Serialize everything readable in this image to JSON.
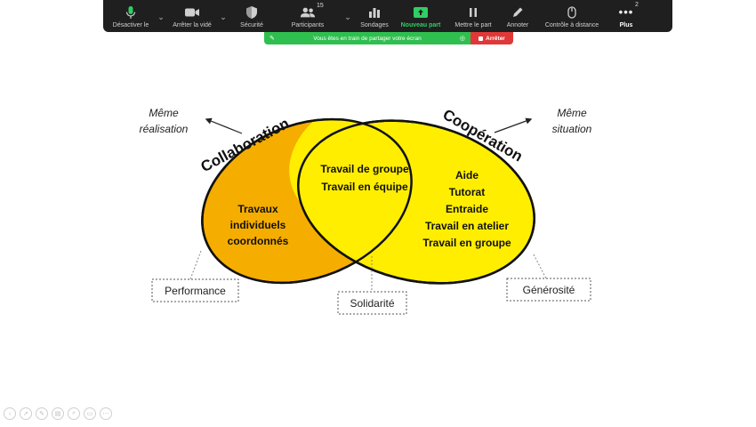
{
  "toolbar": {
    "items": [
      {
        "label": "Désactiver le",
        "icon": "microphone-icon"
      },
      {
        "label": "Arrêter la vidé",
        "icon": "video-camera-icon"
      },
      {
        "label": "Sécurité",
        "icon": "shield-icon"
      },
      {
        "label": "Participants",
        "icon": "participants-icon",
        "badge": "15"
      },
      {
        "label": "Sondages",
        "icon": "poll-icon"
      },
      {
        "label": "Nouveau part",
        "icon": "share-screen-icon"
      },
      {
        "label": "Mettre le part",
        "icon": "pause-icon"
      },
      {
        "label": "Annoter",
        "icon": "pencil-icon"
      },
      {
        "label": "Contrôle à distance",
        "icon": "mouse-icon"
      },
      {
        "label": "Plus",
        "icon": "more-icon",
        "badge": "2"
      }
    ]
  },
  "share_bar": {
    "text": "Vous êtes en train de partager votre écran",
    "stop_label": "Arrêter"
  },
  "diagram": {
    "left_title": "Collaboration",
    "right_title": "Coopération",
    "left_note": [
      "Même",
      "réalisation"
    ],
    "right_note": [
      "Même",
      "situation"
    ],
    "left_only": [
      "Travaux",
      "individuels",
      "coordonnés"
    ],
    "overlap": [
      "Travail de groupe",
      "Travail en équipe"
    ],
    "right_only": [
      "Aide",
      "Tutorat",
      "Entraide",
      "Travail en atelier",
      "Travail en groupe"
    ],
    "box_left": "Performance",
    "box_center": "Solidarité",
    "box_right": "Générosité"
  },
  "colors": {
    "left_fill": "#f5ad00",
    "overlap_fill": "#ffee00",
    "right_fill": "#ffee00",
    "toolbar_bg": "#1f1f1f",
    "share_green": "#2fbf4f",
    "stop_red": "#e03838"
  }
}
